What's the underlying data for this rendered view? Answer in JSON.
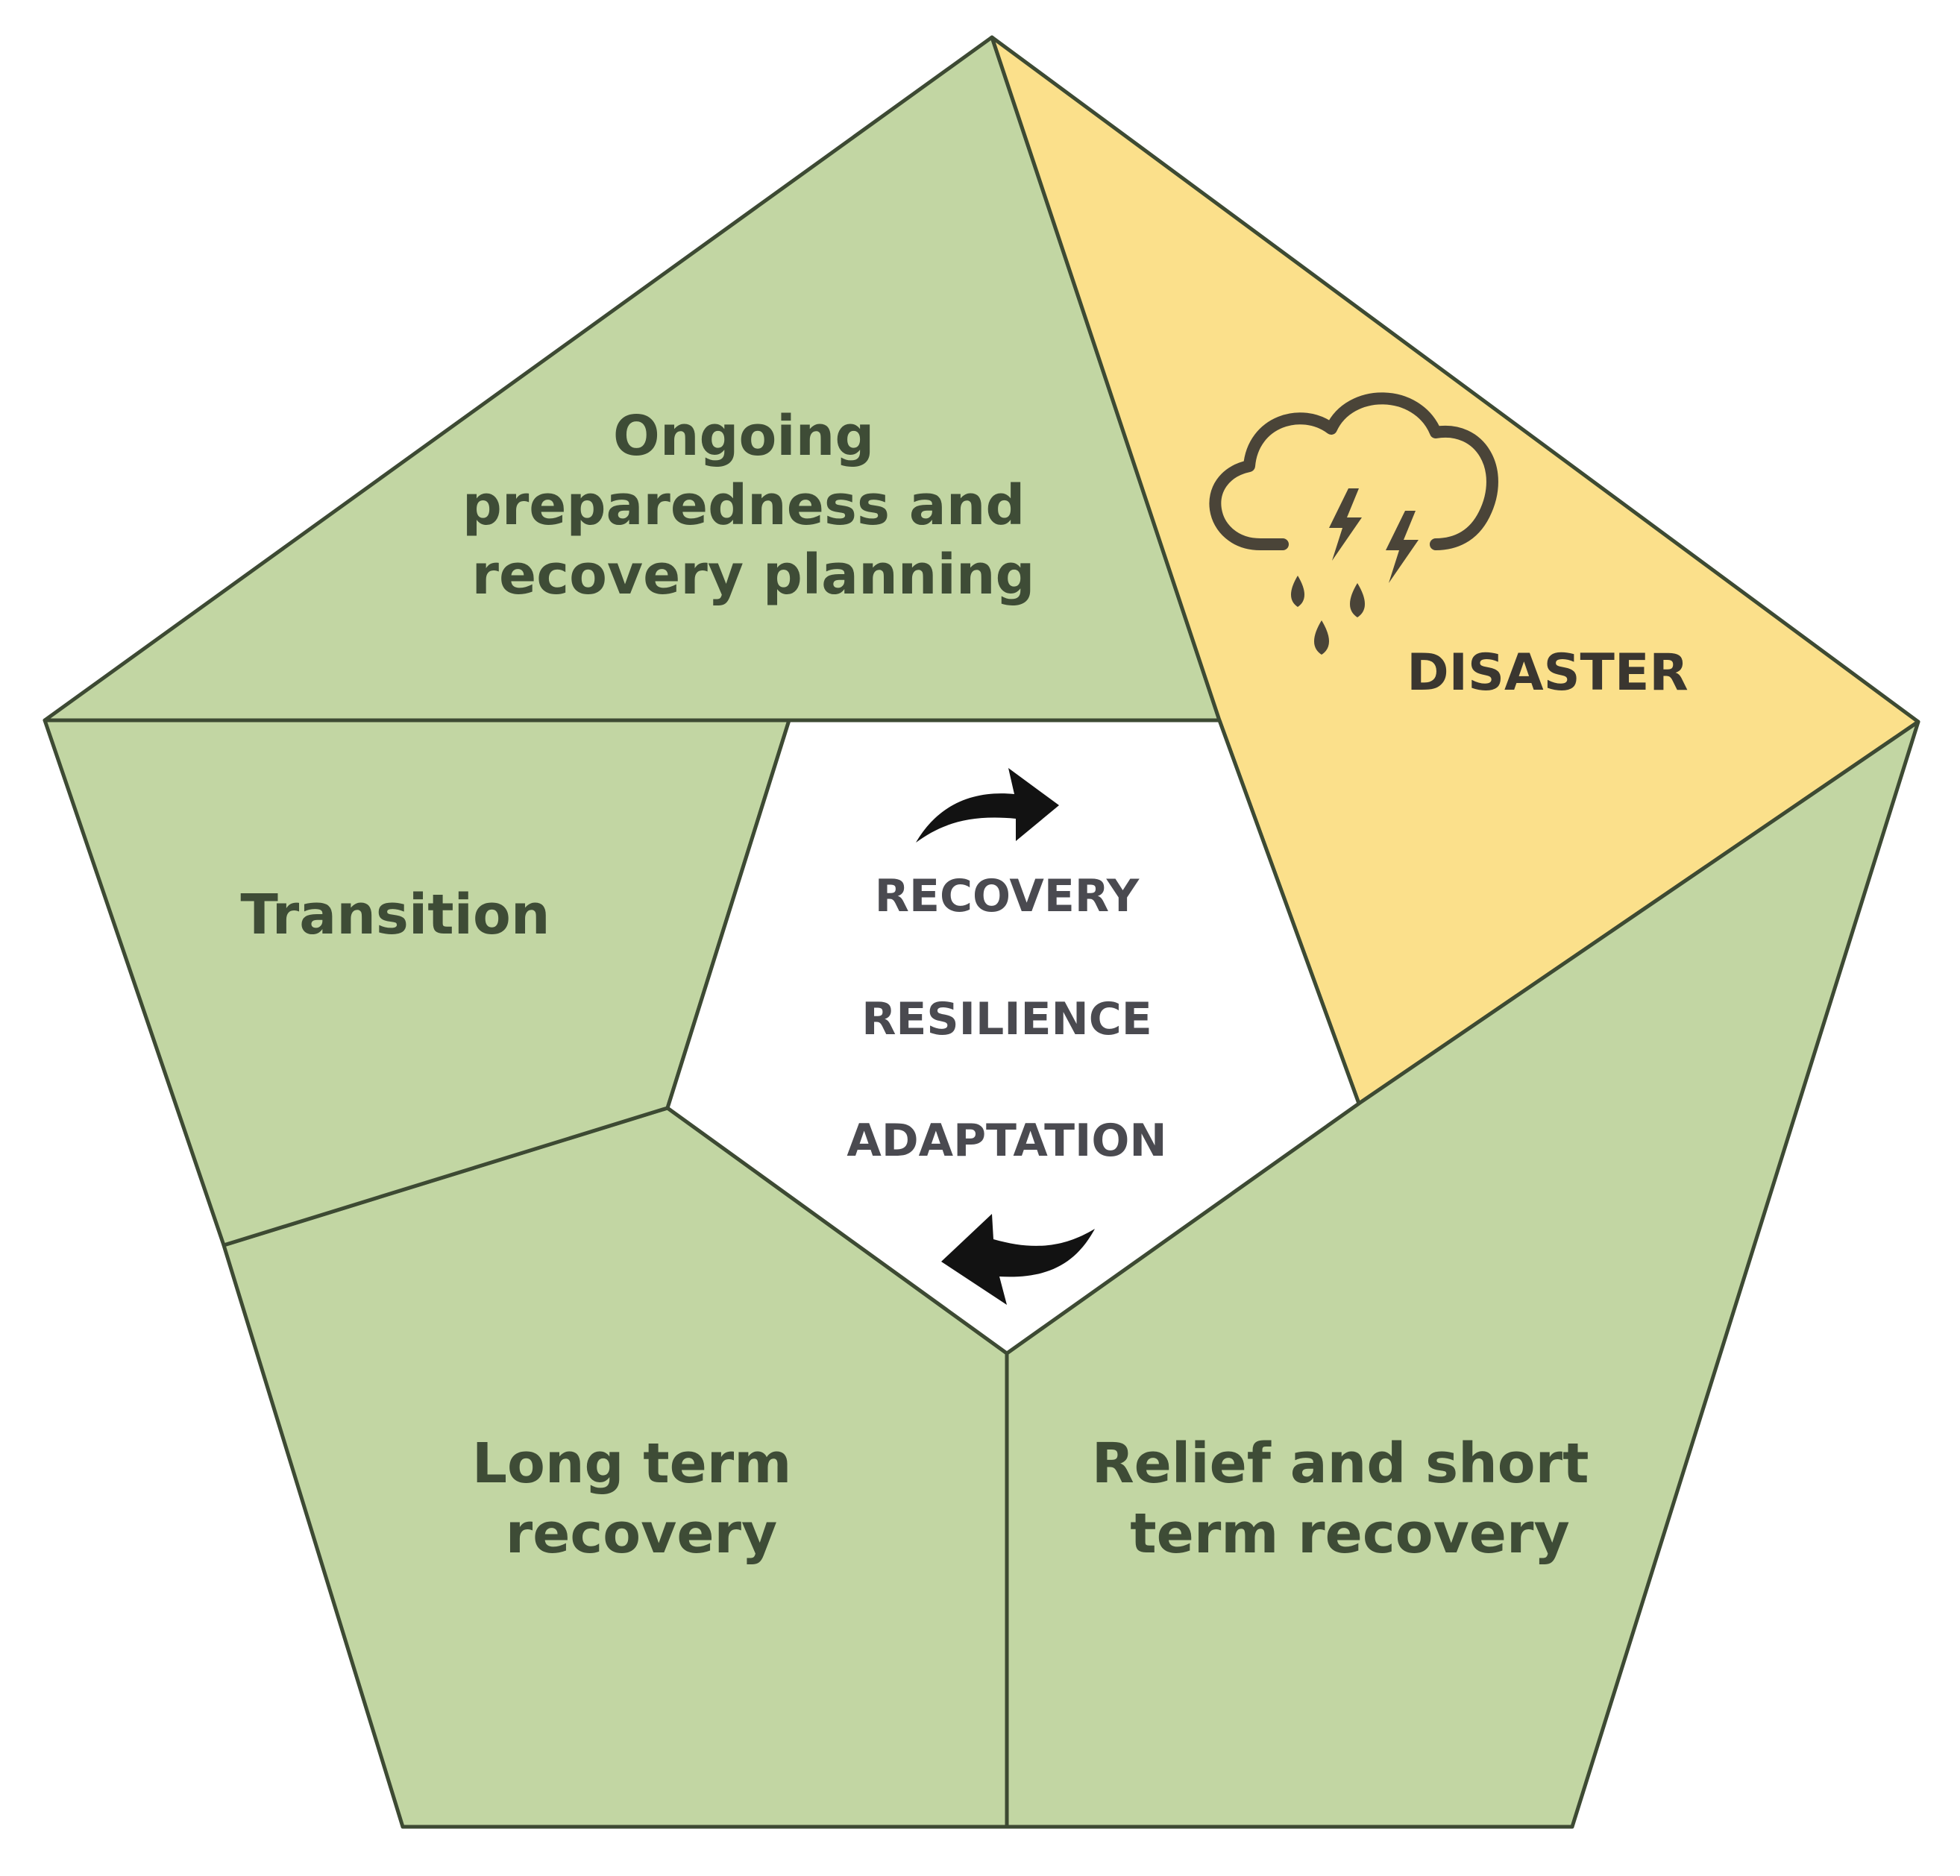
{
  "diagram": {
    "segments": {
      "preparedness": {
        "lines": [
          "Ongoing",
          "preparedness and",
          "recovery planning"
        ]
      },
      "disaster": {
        "lines": [
          "DISASTER"
        ],
        "icon": "storm-cloud-icon"
      },
      "relief": {
        "lines": [
          "Relief and short",
          "term recovery"
        ]
      },
      "long_term": {
        "lines": [
          "Long term",
          "recovery"
        ]
      },
      "transition": {
        "lines": [
          "Transition"
        ]
      }
    },
    "center": {
      "lines": [
        "RECOVERY",
        "RESILIENCE",
        "ADAPTATION"
      ],
      "arrows": [
        "curved-arrow-right-icon",
        "curved-arrow-left-icon"
      ]
    },
    "colors": {
      "green_segment": "#c2d6a3",
      "disaster_segment": "#fbe08b",
      "outline": "#3d4a33",
      "label_text": "#3e4c36",
      "center_text": "#4a4a50"
    }
  }
}
